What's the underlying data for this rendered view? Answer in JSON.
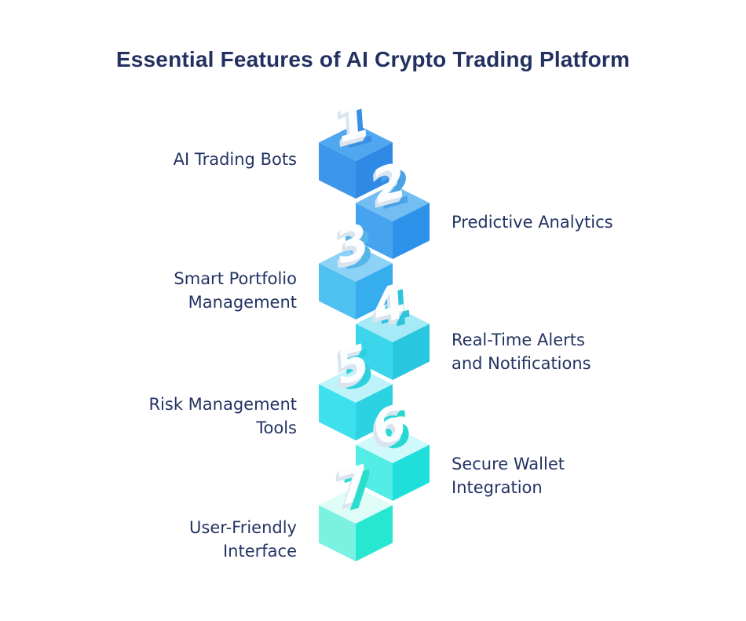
{
  "title": "Essential Features of AI Crypto Trading Platform",
  "colors": {
    "background": "#ffffff",
    "title_text": "#233160",
    "label_text": "#243363",
    "number_face": "#FCFDFF",
    "number_extrude": "#D9E4EE"
  },
  "stack": {
    "items": [
      {
        "number": "1",
        "label": "AI Trading Bots",
        "lines": [
          "AI Trading Bots"
        ],
        "side": "left",
        "cube": {
          "top": "#50A7F0",
          "left": "#3C96EC",
          "right": "#2F8AE6",
          "shade": "#3B8FE0"
        }
      },
      {
        "number": "2",
        "label": "Predictive Analytics",
        "lines": [
          "Predictive Analytics"
        ],
        "side": "right",
        "cube": {
          "top": "#72BEF3",
          "left": "#46A3EF",
          "right": "#2D92EA",
          "shade": "#4BA2E5"
        }
      },
      {
        "number": "3",
        "label": "Smart Portfolio Management",
        "lines": [
          "Smart Portfolio",
          "Management"
        ],
        "side": "left",
        "cube": {
          "top": "#8CD2F6",
          "left": "#4FC1F0",
          "right": "#36ADEC",
          "shade": "#56B5E8"
        }
      },
      {
        "number": "4",
        "label": "Real-Time Alerts and Notifications",
        "lines": [
          "Real-Time Alerts",
          "and Notifications"
        ],
        "side": "right",
        "cube": {
          "top": "#A7EAF7",
          "left": "#3BD6EB",
          "right": "#29C6DF",
          "shade": "#2FC3DC"
        }
      },
      {
        "number": "5",
        "label": "Risk Management Tools",
        "lines": [
          "Risk Management",
          "Tools"
        ],
        "side": "left",
        "cube": {
          "top": "#BFF3FA",
          "left": "#3EE0ED",
          "right": "#2AD2E2",
          "shade": "#2FD0DE"
        }
      },
      {
        "number": "6",
        "label": "Secure Wallet Integration",
        "lines": [
          "Secure Wallet",
          "Integration"
        ],
        "side": "right",
        "cube": {
          "top": "#CFF9FB",
          "left": "#54EDE6",
          "right": "#1EDFD9",
          "shade": "#26D8D2"
        }
      },
      {
        "number": "7",
        "label": "User-Friendly Interface",
        "lines": [
          "User-Friendly",
          "Interface"
        ],
        "side": "left",
        "cube": {
          "top": "#DFFCF6",
          "left": "#7BF2E1",
          "right": "#27E7D1",
          "shade": "#2BDECB"
        }
      }
    ]
  }
}
